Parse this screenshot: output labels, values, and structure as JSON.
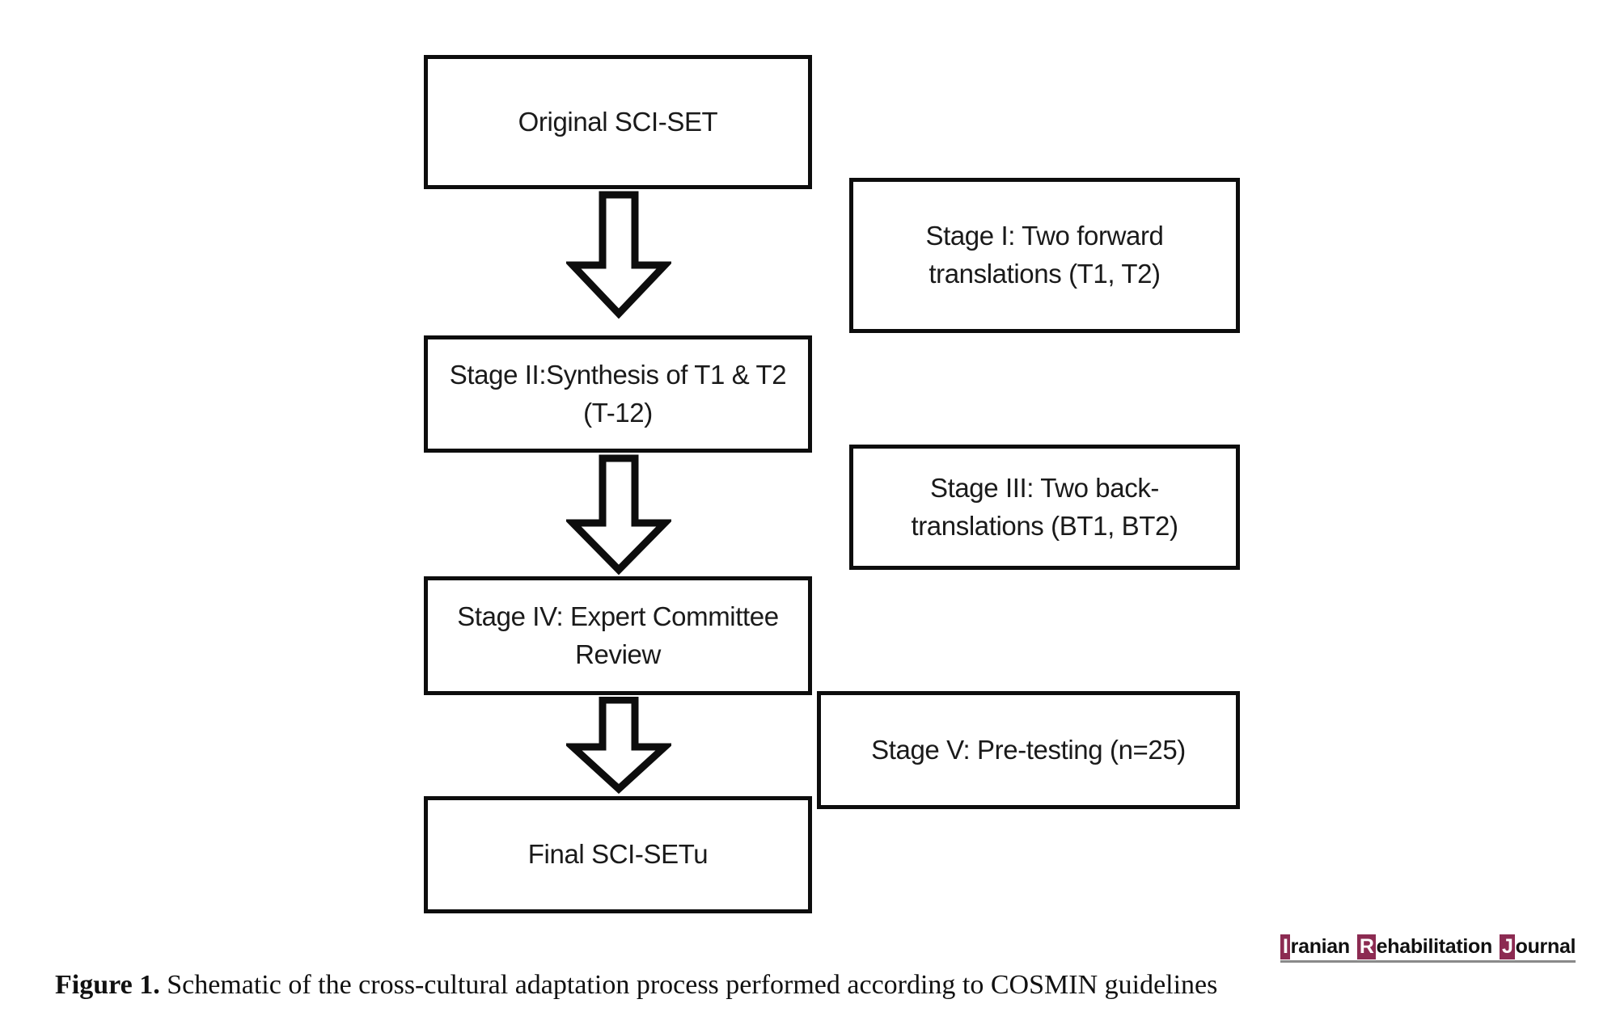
{
  "figure": {
    "caption_label": "Figure 1.",
    "caption_text": " Schematic of the cross-cultural adaptation process performed according to COSMIN guidelines"
  },
  "diagram": {
    "type": "flowchart",
    "orientation": "vertical",
    "main_column": [
      {
        "id": "original",
        "label": "Original SCI-SET"
      },
      {
        "id": "stage2",
        "label": "Stage II:Synthesis of T1 & T2\n(T-12)"
      },
      {
        "id": "stage4",
        "label": "Stage IV: Expert Committee\nReview"
      },
      {
        "id": "final",
        "label": "Final SCI-SETu"
      }
    ],
    "side_column": [
      {
        "id": "stage1",
        "label": "Stage I: Two forward\ntranslations (T1, T2)"
      },
      {
        "id": "stage3",
        "label": "Stage III: Two back-\ntranslations (BT1, BT2)"
      },
      {
        "id": "stage5",
        "label": "Stage V: Pre-testing (n=25)"
      }
    ],
    "arrows": [
      {
        "id": "arrow-1",
        "direction": "down"
      },
      {
        "id": "arrow-2",
        "direction": "down"
      },
      {
        "id": "arrow-3",
        "direction": "down"
      }
    ],
    "colors": {
      "box_border": "#0d0d0d",
      "box_fill": "#ffffff",
      "arrow_stroke": "#0d0d0d",
      "text": "#1a1a1a"
    }
  },
  "journal_logo": {
    "word1_cap": "I",
    "word1_rest": "ranian",
    "word2_cap": "R",
    "word2_rest": "ehabilitation",
    "word3_cap": "J",
    "word3_rest": "ournal",
    "accent_color": "#8c2b52"
  }
}
